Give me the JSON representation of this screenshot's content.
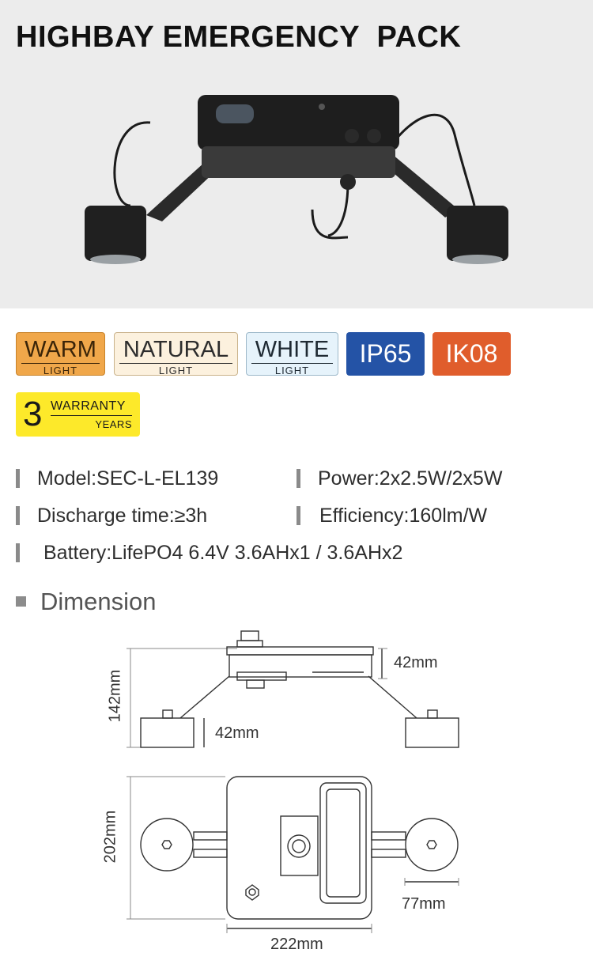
{
  "title": "HIGHBAY EMERGENCY  PACK",
  "badges": {
    "warm": {
      "big": "WARM",
      "small": "LIGHT"
    },
    "natural": {
      "big": "NATURAL",
      "small": "LIGHT"
    },
    "white": {
      "big": "WHITE",
      "small": "LIGHT"
    },
    "ip": "IP65",
    "ik": "IK08"
  },
  "warranty": {
    "number": "3",
    "top": "WARRANTY",
    "bottom": "YEARS"
  },
  "specs": {
    "model": "Model:SEC-L-EL139",
    "power": "Power:2x2.5W/2x5W",
    "discharge": "Discharge time:≥3h",
    "efficiency": "Efficiency:160lm/W",
    "battery": "Battery:LifePO4 6.4V 3.6AHx1 / 3.6AHx2"
  },
  "dimension": {
    "heading": "Dimension",
    "height_total": "142mm",
    "height_body": "42mm",
    "height_head": "42mm",
    "depth": "202mm",
    "head_width": "77mm",
    "width": "222mm"
  },
  "colors": {
    "warm": "#f0a74a",
    "natural": "#fcf1de",
    "white": "#e6f3fb",
    "ip": "#2453a6",
    "ik": "#e05d2c",
    "warranty": "#fde92a"
  }
}
